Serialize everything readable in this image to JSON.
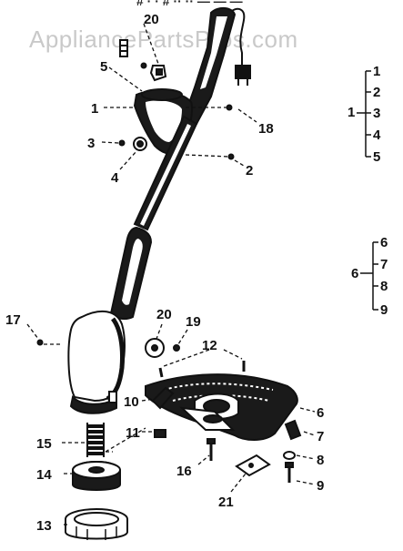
{
  "watermark": "AppliancePartsPros.com",
  "header_fragment": "# ·  ·  # ·· ·· — — —",
  "callouts": [
    {
      "id": "c1",
      "text": "1"
    },
    {
      "id": "c2",
      "text": "2"
    },
    {
      "id": "c3",
      "text": "3"
    },
    {
      "id": "c4",
      "text": "4"
    },
    {
      "id": "c5",
      "text": "5"
    },
    {
      "id": "c6",
      "text": "6"
    },
    {
      "id": "c7",
      "text": "7"
    },
    {
      "id": "c8",
      "text": "8"
    },
    {
      "id": "c9",
      "text": "9"
    },
    {
      "id": "c10",
      "text": "10"
    },
    {
      "id": "c11",
      "text": "11"
    },
    {
      "id": "c12",
      "text": "12"
    },
    {
      "id": "c13",
      "text": "13"
    },
    {
      "id": "c14",
      "text": "14"
    },
    {
      "id": "c15",
      "text": "15"
    },
    {
      "id": "c16",
      "text": "16"
    },
    {
      "id": "c17",
      "text": "17"
    },
    {
      "id": "c18",
      "text": "18"
    },
    {
      "id": "c19",
      "text": "19"
    },
    {
      "id": "c20a",
      "text": "20"
    },
    {
      "id": "c20b",
      "text": "20"
    },
    {
      "id": "c21",
      "text": "21"
    }
  ],
  "assembly_groups": [
    {
      "parent": "1",
      "children": [
        "1",
        "2",
        "3",
        "4",
        "5"
      ]
    },
    {
      "parent": "6",
      "children": [
        "6",
        "7",
        "8",
        "9"
      ]
    }
  ]
}
